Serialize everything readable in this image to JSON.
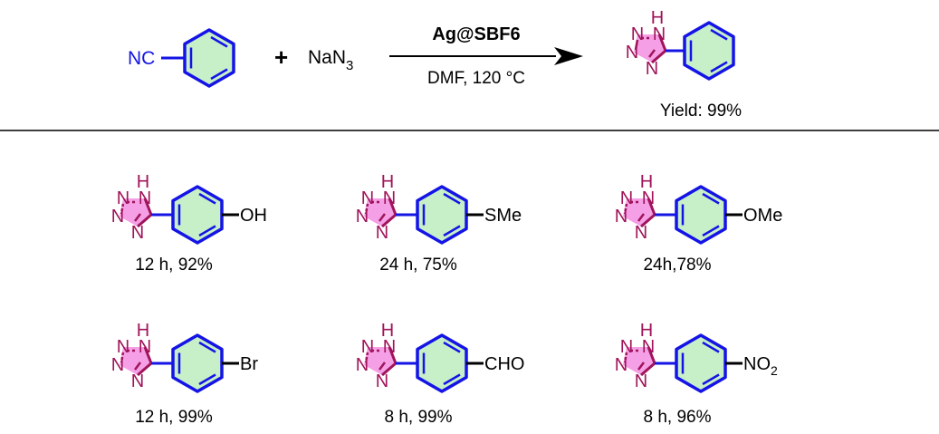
{
  "colors": {
    "benzene": "#1414e6",
    "benzene_fill": "#c8f0c8",
    "tetrazole": "#a0145a",
    "tetrazole_fill": "#f5a0e6",
    "text": "#000000",
    "nitrile_label": "#1414e6"
  },
  "reaction": {
    "reactant_group": "NC",
    "plus": "+",
    "reagent_main": "NaN",
    "reagent_sub": "3",
    "catalyst": "Ag@SBF6",
    "conditions": "DMF,  120 °C",
    "product_yield": "Yield:  99%"
  },
  "atoms": {
    "h": "H",
    "n": "N"
  },
  "products": [
    {
      "sub_main": "OH",
      "sub_sub": "",
      "label": "12 h, 92%"
    },
    {
      "sub_main": "SMe",
      "sub_sub": "",
      "label": "24 h, 75%"
    },
    {
      "sub_main": "OMe",
      "sub_sub": "",
      "label": "24h,78%"
    },
    {
      "sub_main": "Br",
      "sub_sub": "",
      "label": "12 h, 99%"
    },
    {
      "sub_main": "CHO",
      "sub_sub": "",
      "label": "8 h, 99%"
    },
    {
      "sub_main": "NO",
      "sub_sub": "2",
      "label": "8 h, 96%"
    }
  ]
}
